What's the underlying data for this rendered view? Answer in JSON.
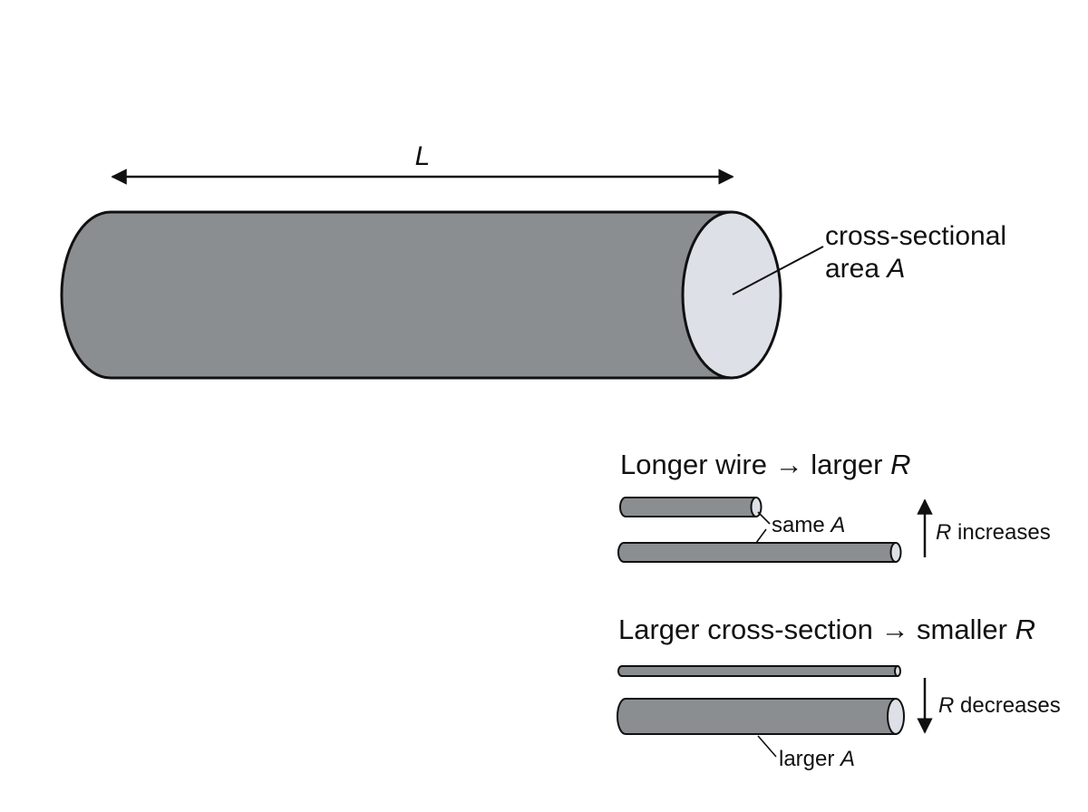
{
  "main_figure": {
    "length_label": "L",
    "area_label_line1": "cross-sectional",
    "area_label_line2_text": "area ",
    "area_label_line2_symbol": "A"
  },
  "panel_length": {
    "heading_text": "Longer wire → larger ",
    "heading_symbol": "R",
    "callout_text": "same ",
    "callout_symbol": "A",
    "trend_symbol": "R",
    "trend_text": " increases"
  },
  "panel_area": {
    "heading_text": "Larger cross-section → smaller ",
    "heading_symbol": "R",
    "callout_text": "larger ",
    "callout_symbol": "A",
    "trend_symbol": "R",
    "trend_text": " decreases"
  },
  "colors": {
    "wire_body": "#8b8e91",
    "wire_end_face": "#dde0e6",
    "outline": "#111111"
  }
}
